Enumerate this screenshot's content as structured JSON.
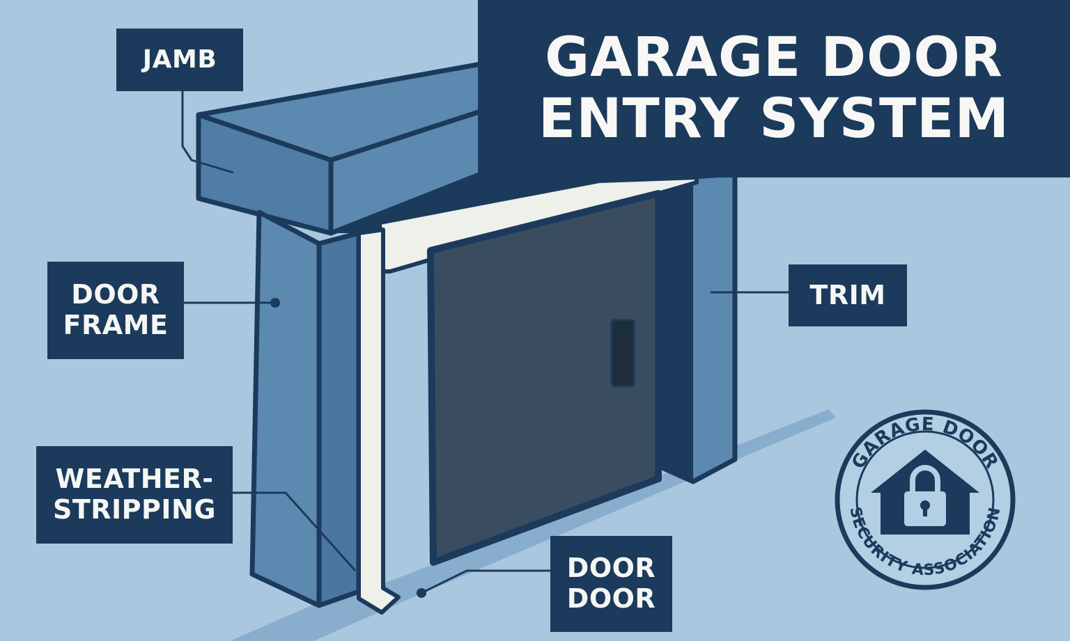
{
  "title": {
    "line1": "GARAGE DOOR",
    "line2": "ENTRY SYSTEM"
  },
  "labels": {
    "jamb": "JAMB",
    "door_frame": [
      "DOOR",
      "FRAME"
    ],
    "trim": "TRIM",
    "weatherstripping": [
      "WEATHER-",
      "STRIPPING"
    ],
    "door": [
      "DOOR",
      "DOOR"
    ]
  },
  "badge": {
    "top_text": "GARAGE DOOR",
    "bottom_text": "SECURITY ASSOCIATION",
    "icon": "house-lock-icon"
  },
  "colors": {
    "background": "#a9c8df",
    "navy": "#1b3a5c",
    "frame_blue": "#5b89b0",
    "frame_dark": "#4a76a0",
    "door_panel": "#3a4d60",
    "weatherstrip": "#eef0ea"
  }
}
